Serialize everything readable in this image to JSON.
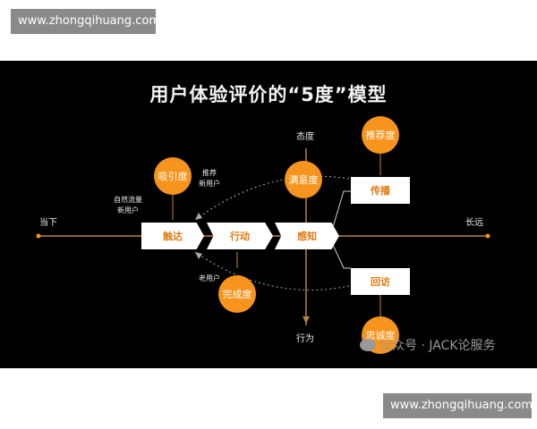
{
  "watermark_top": "www.zhongqihuang.com",
  "watermark_bottom": "www.zhongqihuang.com",
  "title": "用户体验评价的“5度”模型",
  "axis": {
    "left": "当下",
    "right": "长远",
    "top": "态度",
    "bottom": "行为"
  },
  "stages": [
    "触达",
    "行动",
    "感知"
  ],
  "circles": {
    "attraction": "吸引度",
    "completion": "完成度",
    "satisfaction": "满意度",
    "recommendation": "推荐度",
    "loyalty": "忠诚度"
  },
  "boxes": {
    "spread": "传播",
    "revisit": "回访"
  },
  "annotations": {
    "natural_line1": "自然流量",
    "natural_line2": "新用户",
    "recommend_line1": "推荐",
    "recommend_line2": "新用户",
    "old_user": "老用户"
  },
  "logo_watermark": "公众号 · JACK论服务",
  "colors": {
    "accent": "#f7941d",
    "panel": "#000000",
    "line": "#b8843a"
  }
}
